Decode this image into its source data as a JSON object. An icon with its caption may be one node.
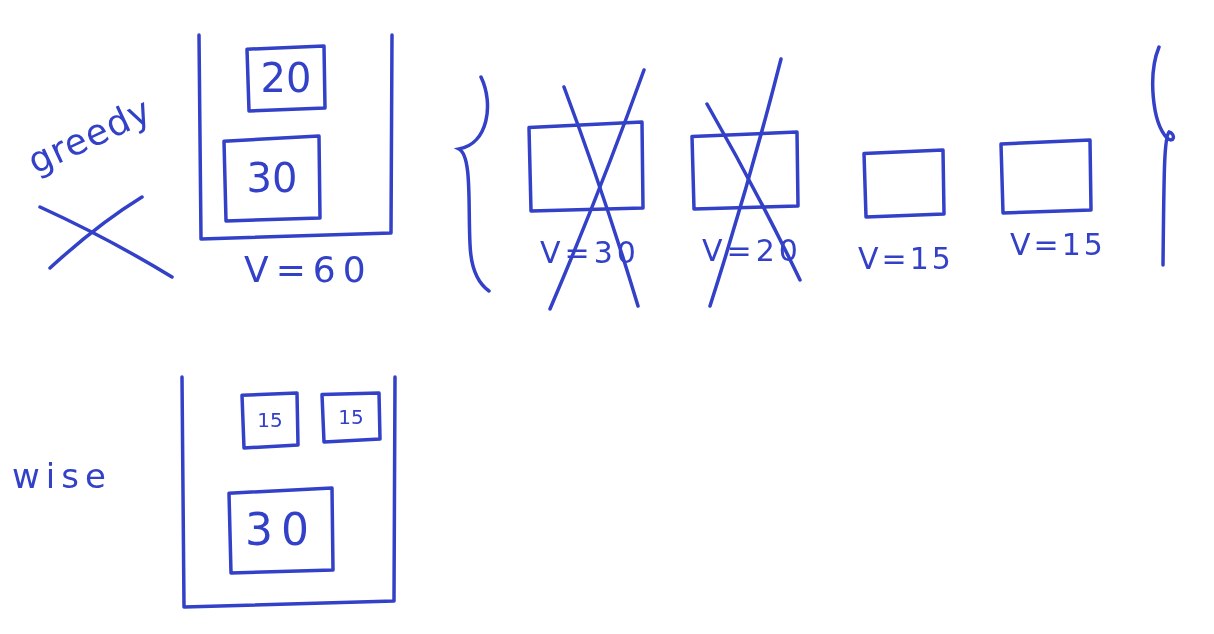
{
  "diagram": {
    "nodes": [
      {
        "text": [],
        "shape": "box",
        "beside": [
          "V=60"
        ]
      },
      {
        "text": [
          "20"
        ],
        "in": 0
      },
      {
        "text": [
          "30"
        ],
        "in": 0
      },
      {
        "text": [],
        "shape": "box",
        "beside": [
          "V=30"
        ]
      },
      {
        "text": [],
        "shape": "box",
        "beside": [
          "V=20"
        ]
      },
      {
        "text": [],
        "shape": "box",
        "beside": [
          "V=15"
        ]
      },
      {
        "text": [],
        "shape": "box",
        "beside": [
          "V=15"
        ]
      },
      {
        "text": [],
        "shape": "box"
      },
      {
        "text": [
          "15"
        ],
        "in": 7
      },
      {
        "text": [
          "15"
        ],
        "in": 7
      },
      {
        "text": [
          "30"
        ],
        "in": 7
      }
    ],
    "labels": [
      "greedy",
      "wise"
    ]
  }
}
